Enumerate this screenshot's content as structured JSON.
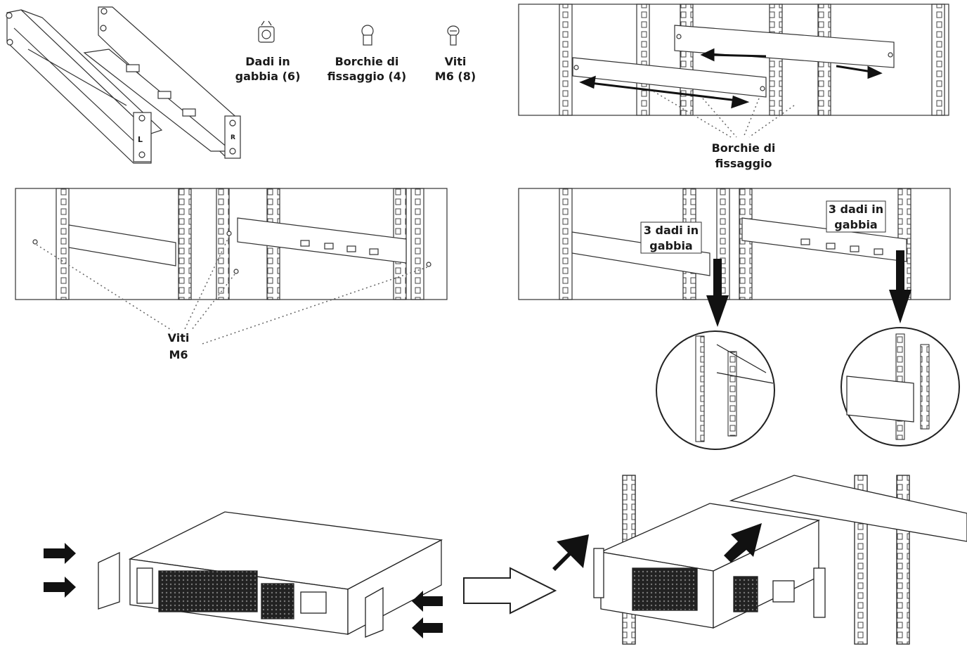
{
  "labels": {
    "cage_nuts": [
      "Dadi in",
      "gabbia (6)"
    ],
    "fixing_studs": [
      "Borchie di",
      "fissaggio (4)"
    ],
    "screws_m6": [
      "Viti",
      "M6 (8)"
    ],
    "rail_studs": [
      "Borchie di",
      "fissaggio"
    ],
    "screws_callout": [
      "Viti",
      "M6"
    ],
    "cage_left": [
      "3 dadi in",
      "gabbia"
    ],
    "cage_right": [
      "3 dadi in",
      "gabbia"
    ],
    "rail_left_letter": "L",
    "rail_right_letter": "R"
  },
  "colors": {
    "line": "#333333",
    "arrow": "#111111",
    "dots": "#666666"
  }
}
